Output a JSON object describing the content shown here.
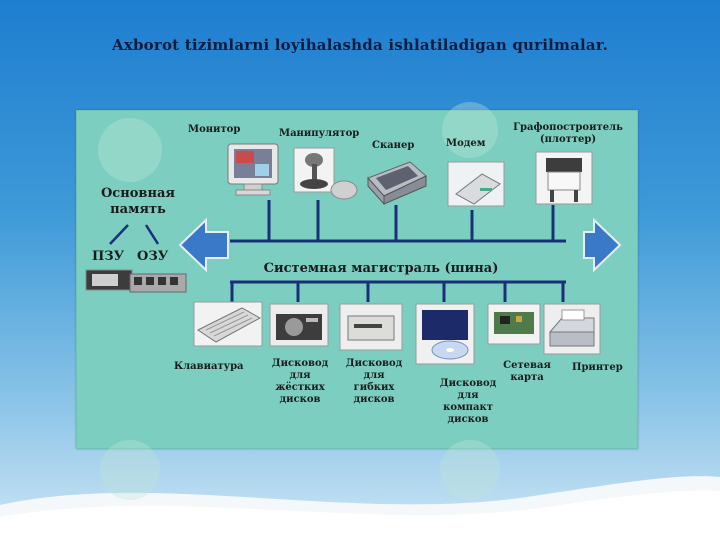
{
  "title": "Axborot tizimlarni loyihalashda  ishlatiladigan  qurilmalar.",
  "bus_label": "Системная магистраль (шина)",
  "main_memory": {
    "label_line1": "Основная",
    "label_line2": "память",
    "rom": "ПЗУ",
    "ram": "ОЗУ"
  },
  "top_devices": [
    {
      "label": "Монитор",
      "icon": "monitor-icon"
    },
    {
      "label": "Манипулятор",
      "icon": "mouse-joystick-icon"
    },
    {
      "label": "Сканер",
      "icon": "scanner-icon"
    },
    {
      "label": "Модем",
      "icon": "modem-icon"
    },
    {
      "label_line1": "Графопостроитель",
      "label_line2": "(плоттер)",
      "icon": "plotter-icon"
    }
  ],
  "bottom_devices": [
    {
      "lines": [
        "Клавиатура"
      ],
      "icon": "keyboard-icon"
    },
    {
      "lines": [
        "Дисковод",
        "для",
        "жёстких",
        "дисков"
      ],
      "icon": "hard-disk-drive-icon"
    },
    {
      "lines": [
        "Дисковод",
        "для",
        "гибких",
        "дисков"
      ],
      "icon": "floppy-drive-icon"
    },
    {
      "lines": [
        "Дисковод",
        "для",
        "компакт",
        "дисков"
      ],
      "icon": "cd-drive-icon"
    },
    {
      "lines": [
        "Сетевая",
        "карта"
      ],
      "icon": "network-card-icon"
    },
    {
      "lines": [
        "Принтер"
      ],
      "icon": "printer-icon"
    }
  ],
  "colors": {
    "panel": "#7ccfc0",
    "bus": "#1a2f7a",
    "arrow_fill": "#3a78c8",
    "background_top": "#1e7ed0"
  }
}
